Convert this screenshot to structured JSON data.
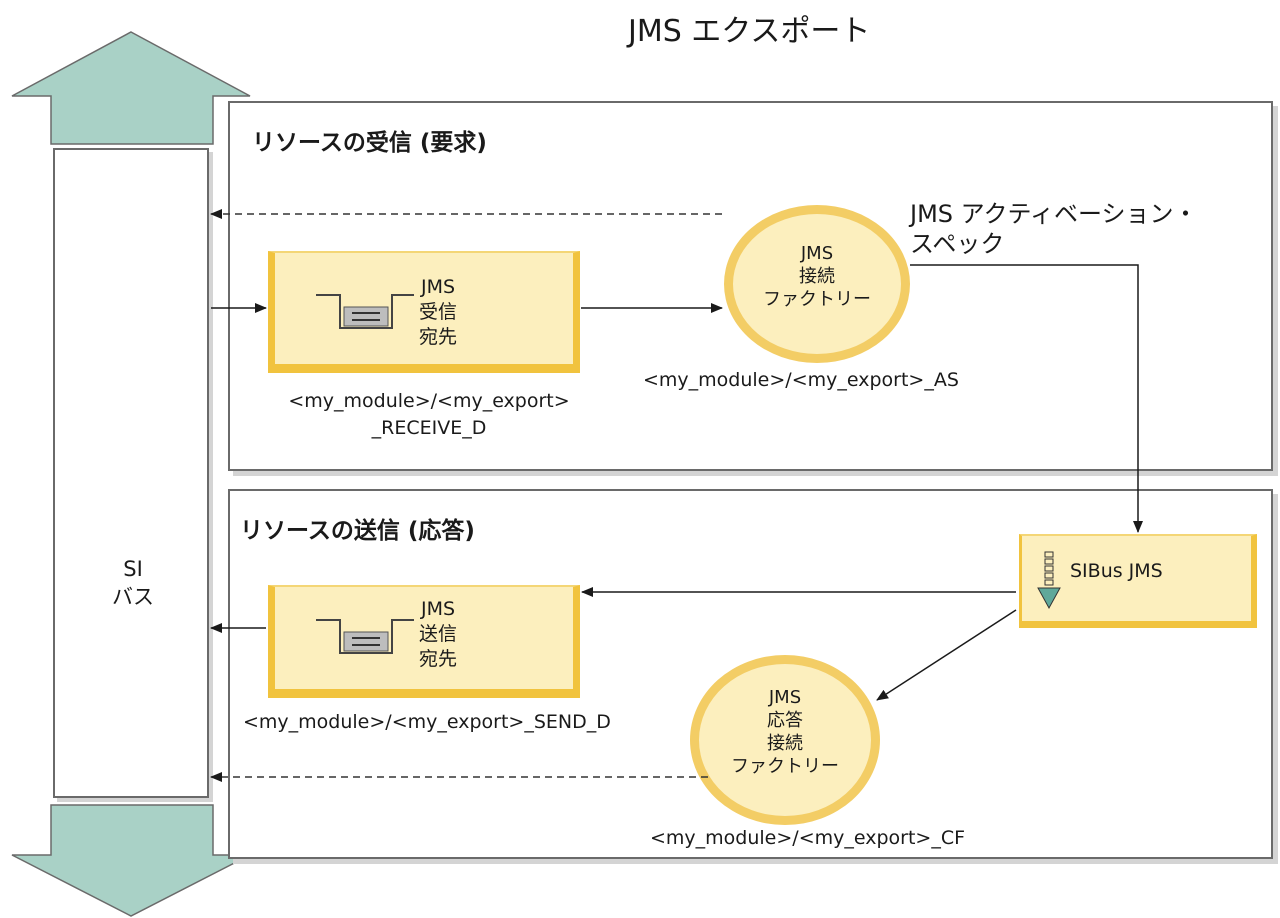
{
  "title": "JMS エクスポート",
  "bus": {
    "line1": "SI",
    "line2": "バス"
  },
  "receive_panel": {
    "title": "リソースの受信 (要求)",
    "destination": {
      "line1": "JMS",
      "line2": "受信",
      "line3": "宛先"
    },
    "destination_caption": {
      "line1": "<my_module>/<my_export>",
      "line2": "_RECEIVE_D"
    },
    "connection_factory": {
      "line1": "JMS",
      "line2": "接続",
      "line3": "ファクトリー"
    },
    "connection_factory_caption": "<my_module>/<my_export>_AS",
    "activation_spec": {
      "line1": "JMS アクティベーション・",
      "line2": "スペック"
    }
  },
  "send_panel": {
    "title": "リソースの送信 (応答)",
    "destination": {
      "line1": "JMS",
      "line2": "送信",
      "line3": "宛先"
    },
    "destination_caption": "<my_module>/<my_export>_SEND_D",
    "reply_factory": {
      "line1": "JMS",
      "line2": "応答",
      "line3": "接続",
      "line4": "ファクトリー"
    },
    "reply_factory_caption": "<my_module>/<my_export>_CF",
    "provider": "SIBus JMS"
  },
  "colors": {
    "bus_arrow": "#a9d1c6",
    "resource_fill": "#fcefbe",
    "resource_border": "#f1c33e",
    "panel_border": "#6a6a6a"
  }
}
